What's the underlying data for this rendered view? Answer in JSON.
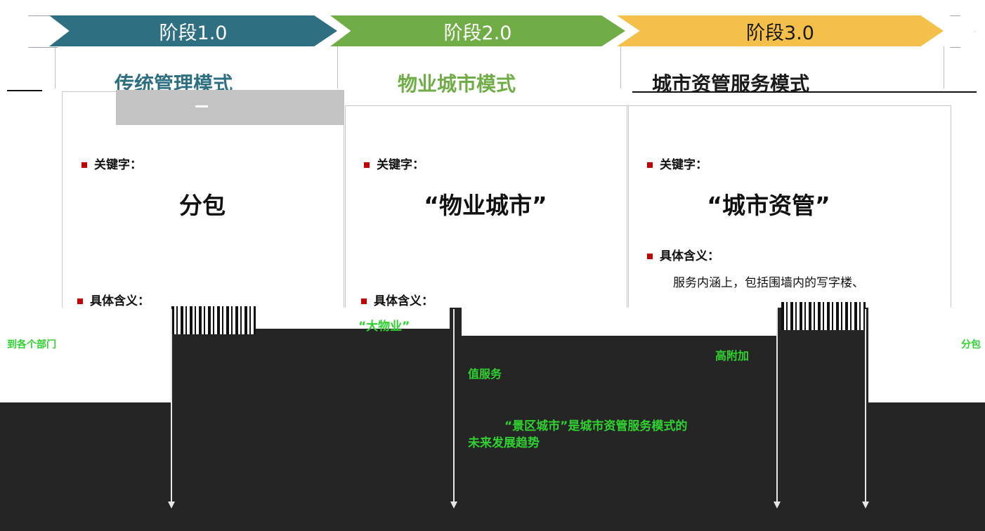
{
  "stages": [
    {
      "label": "阶段1.0",
      "model": "传统管理模式",
      "model_color": "#2e6f82",
      "keyword": "分包"
    },
    {
      "label": "阶段2.0",
      "model": "物业城市模式",
      "model_color": "#70ad47",
      "keyword": "“物业城市”"
    },
    {
      "label": "阶段3.0",
      "model": "城市资管服务模式",
      "model_color": "#1a1a1a",
      "keyword": "“城市资管”"
    }
  ],
  "keyword_label": "关键字：",
  "meaning_label": "具体含义：",
  "stage3_meaning_text": "服务内涵上，包括围墙内的写字楼、",
  "fragments": {
    "f1_green": "到各个部门",
    "f2_green": "“大物业”",
    "f3_green": "高附加",
    "f4_green": "值服务",
    "f5_green": "分包",
    "stage3_trend_line1": "“景区城市”是城市资管服务模式的",
    "stage3_trend_line2": "未来发展趋势"
  },
  "colors": {
    "stage1": "#2e6f82",
    "stage2": "#70ad47",
    "stage3": "#f5c04a",
    "bullet": "#c00000",
    "highlight": "#2fd12f"
  }
}
